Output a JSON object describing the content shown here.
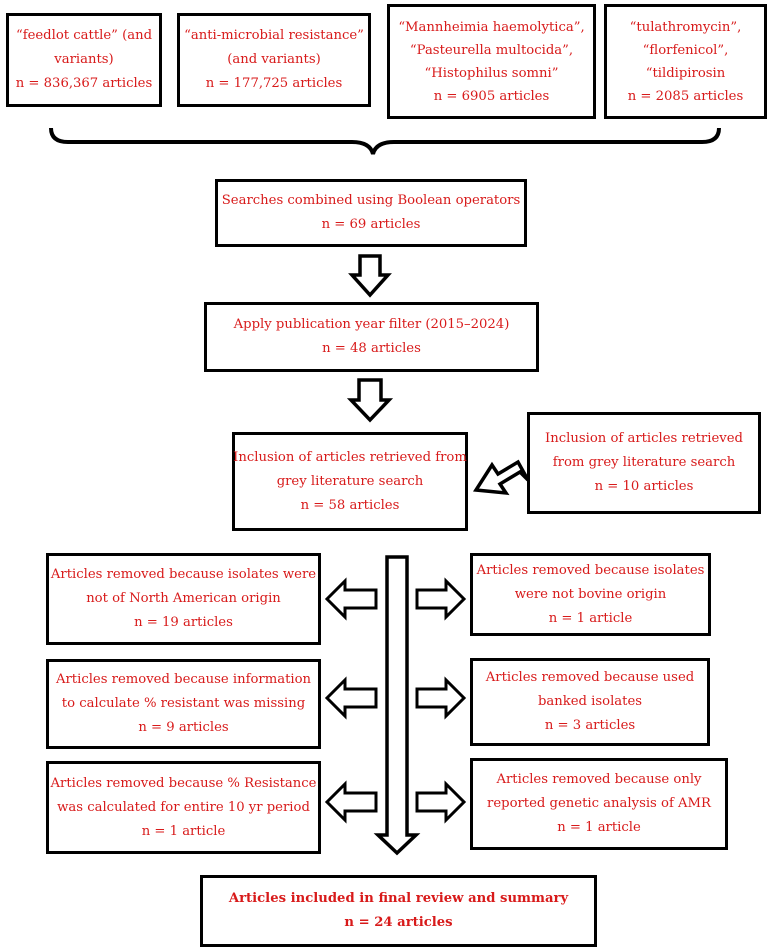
{
  "search_terms": [
    {
      "lines": [
        "“feedlot cattle” (and",
        "variants)",
        "n = 836,367 articles"
      ]
    },
    {
      "lines": [
        "“anti-microbial resistance”",
        "(and variants)",
        "n = 177,725 articles"
      ]
    },
    {
      "lines": [
        "“Mannheimia haemolytica”,",
        "“Pasteurella multocida”,",
        "“Histophilus somni”",
        "n = 6905 articles"
      ]
    },
    {
      "lines": [
        "“tulathromycin”,",
        "“florfenicol”,",
        "“tildipirosin",
        "n = 2085 articles"
      ]
    }
  ],
  "combined": {
    "lines": [
      "Searches combined using Boolean operators",
      "n = 69 articles"
    ]
  },
  "year_filter": {
    "lines": [
      "Apply publication year filter (2015–2024)",
      "n = 48 articles"
    ]
  },
  "grey_inclusion": {
    "lines": [
      "Inclusion of articles retrieved from",
      "grey literature search",
      "n = 58 articles"
    ]
  },
  "grey_search": {
    "lines": [
      "Inclusion of articles retrieved",
      "from grey literature search",
      "n = 10 articles"
    ]
  },
  "removed_left": [
    {
      "lines": [
        "Articles removed because isolates were",
        "not of North American origin",
        "n = 19 articles"
      ]
    },
    {
      "lines": [
        "Articles removed because information",
        "to calculate % resistant was missing",
        "n = 9 articles"
      ]
    },
    {
      "lines": [
        "Articles removed because % Resistance",
        "was calculated for entire 10 yr period",
        "n = 1 article"
      ]
    }
  ],
  "removed_right": [
    {
      "lines": [
        "Articles removed because isolates",
        "were not bovine origin",
        "n = 1 article"
      ]
    },
    {
      "lines": [
        "Articles removed because used",
        "banked isolates",
        "n = 3 articles"
      ]
    },
    {
      "lines": [
        "Articles removed because only",
        "reported genetic analysis of AMR",
        "n = 1 article"
      ]
    }
  ],
  "final": {
    "lines": [
      "Articles included in final review and summary",
      "n = 24 articles"
    ]
  },
  "colors": {
    "text": "#d81a1a",
    "border": "#000000"
  }
}
